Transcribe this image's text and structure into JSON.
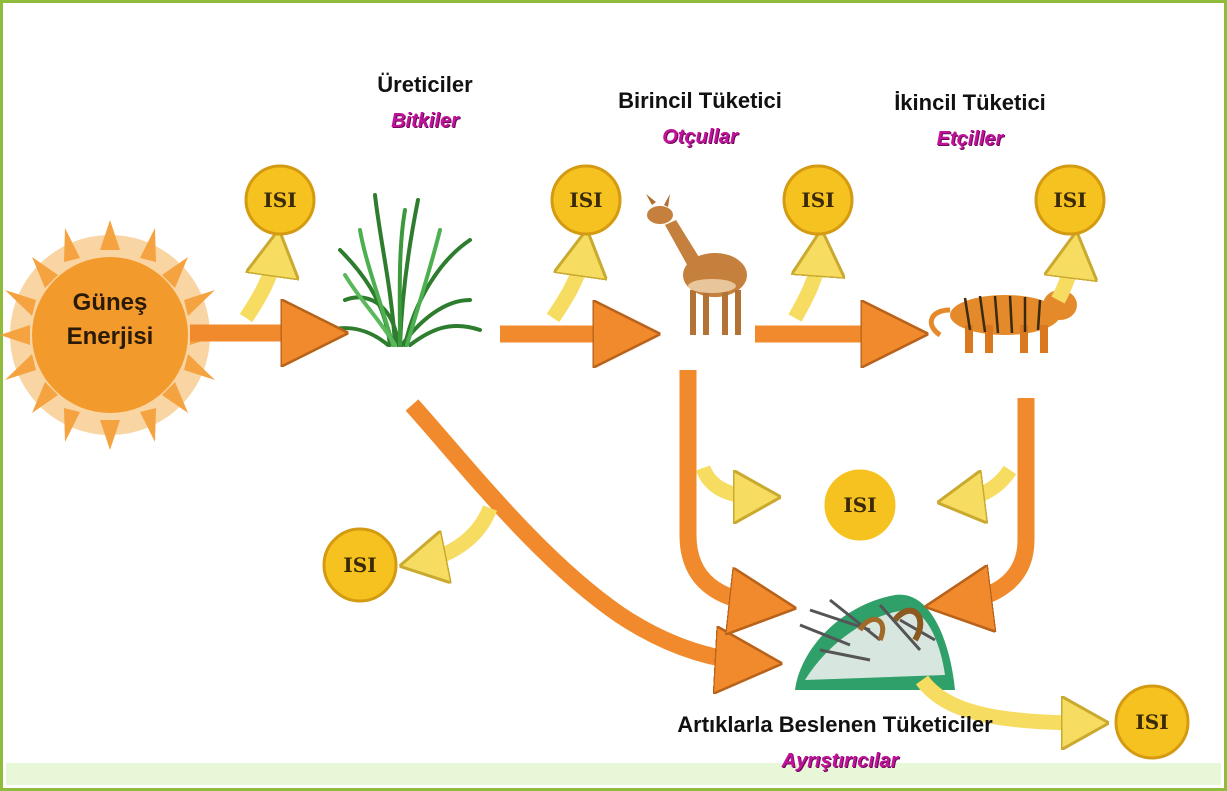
{
  "sun": {
    "line1": "Güneş",
    "line2": "Enerjisi"
  },
  "producers": {
    "title": "Üreticiler",
    "subtitle": "Bitkiler"
  },
  "primary": {
    "title": "Birincil Tüketici",
    "subtitle": "Otçullar"
  },
  "secondary": {
    "title": "İkincil Tüketici",
    "subtitle": "Etçiller"
  },
  "decomposers": {
    "title": "Artıklarla Beslenen Tüketiciler",
    "subtitle": "Ayrıştırıcılar"
  },
  "heat_label": "ISI",
  "colors": {
    "arrow_orange": "#f08a2c",
    "arrow_yellow": "#f7dc62",
    "heat_circle": "#f6c21f",
    "heat_border": "#d49b12",
    "sun": "#f39a2c",
    "accent_pink": "#c1129b",
    "frame": "#8fbc3a"
  }
}
